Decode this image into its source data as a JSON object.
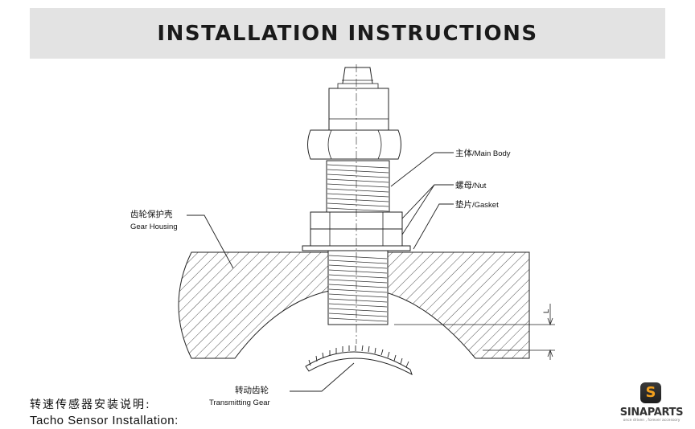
{
  "header": {
    "title": "INSTALLATION INSTRUCTIONS"
  },
  "labels": {
    "main_body_cn": "主体",
    "main_body_en": "/Main Body",
    "nut_cn": "螺母",
    "nut_en": "/Nut",
    "gasket_cn": "垫片",
    "gasket_en": "/Gasket",
    "gear_housing_cn": "齿轮保护壳",
    "gear_housing_en": "Gear Housing",
    "transmitting_gear_cn": "转动齿轮",
    "transmitting_gear_en": "Transmitting Gear",
    "dimension": "L"
  },
  "caption": {
    "cn": "转速传感器安装说明:",
    "en": "Tacho Sensor Installation:"
  },
  "logo": {
    "icon": "s-badge-icon",
    "brand": "SINAPARTS",
    "tagline": "once driven , forever accessory",
    "accent_color": "#f2a01e"
  }
}
